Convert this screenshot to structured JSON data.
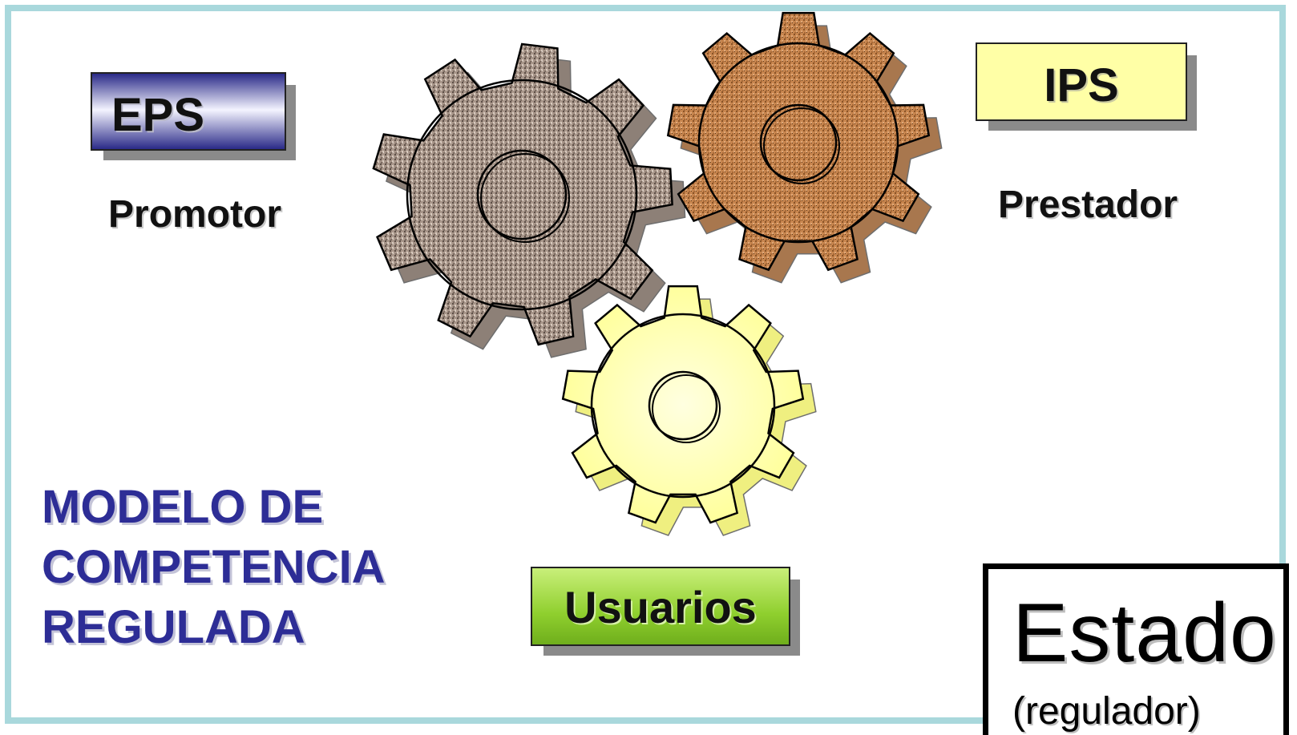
{
  "diagram": {
    "gears": [
      {
        "name": "gray",
        "color": "#a8968a",
        "color_dark": "#7a6a60"
      },
      {
        "name": "brown",
        "color": "#c8864f",
        "color_dark": "#9a6030"
      },
      {
        "name": "yellow",
        "color": "#ffffa0",
        "color_dark": "#eded6a"
      }
    ],
    "eps": {
      "box_label": "EPS",
      "role": "Promotor",
      "color": "#2a2a88"
    },
    "ips": {
      "box_label": "IPS",
      "role": "Prestador",
      "color": "#ffffa6"
    },
    "usuarios": {
      "box_label": "Usuarios",
      "color": "#8fcf2e"
    },
    "title_lines": [
      "MODELO DE",
      "COMPETENCIA",
      "REGULADA"
    ],
    "title_color": "#2d2d96",
    "estado": {
      "title": "Estado",
      "subtitle": "(regulador)"
    },
    "frame_color": "#a9d8dc"
  }
}
